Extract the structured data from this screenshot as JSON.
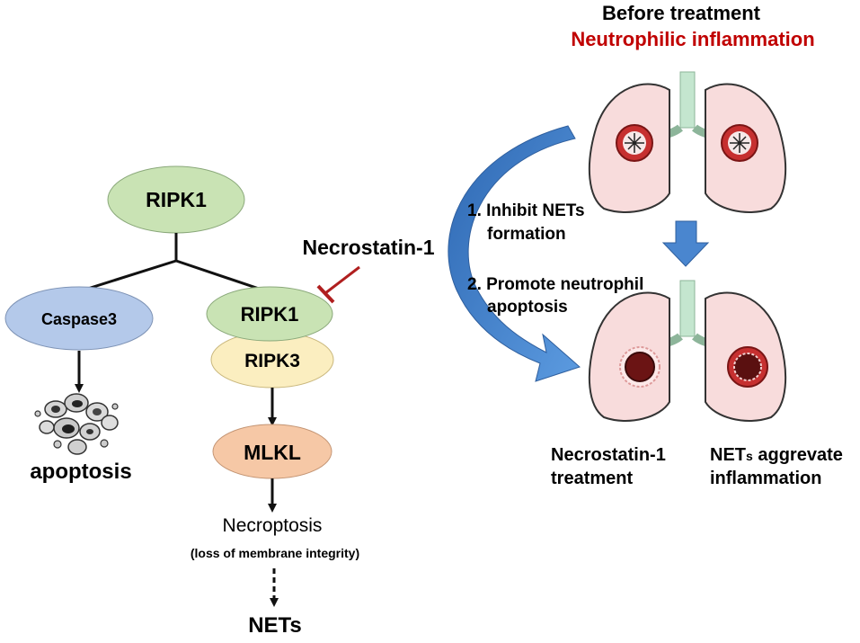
{
  "header": {
    "before_treatment": "Before treatment",
    "condition": "Neutrophilic inflammation"
  },
  "pathway": {
    "ripk1_top": "RIPK1",
    "caspase3": "Caspase3",
    "ripk1_complex": "RIPK1",
    "ripk3": "RIPK3",
    "mlkl": "MLKL",
    "apoptosis": "apoptosis",
    "necroptosis": "Necroptosis",
    "necroptosis_note": "(loss of membrane integrity)",
    "nets": "NETs"
  },
  "inhibitor": {
    "name": "Necrostatin-1"
  },
  "effects": {
    "step1_line1": "1. Inhibit NETs",
    "step1_line2": "formation",
    "step2_line1": "2. Promote neutrophil",
    "step2_line2": "apoptosis"
  },
  "outcomes": {
    "left_line1": "Necrostatin-1",
    "left_line2": "treatment",
    "right_line1": "NET",
    "right_sub": "s",
    "right_line1_rest": " aggrevate",
    "right_line2": "inflammation"
  },
  "colors": {
    "ripk1_fill": "#c9e3b4",
    "caspase_fill": "#b4c9ea",
    "ripk3_fill": "#fbeec0",
    "mlkl_fill": "#f6c8a6",
    "inhibitor_red": "#b01f1f",
    "arrow_blue": "#3f7fc6",
    "lung_fill": "#f8dcdc",
    "trachea_fill": "#c4e6cf",
    "heading_red": "#c00000"
  }
}
